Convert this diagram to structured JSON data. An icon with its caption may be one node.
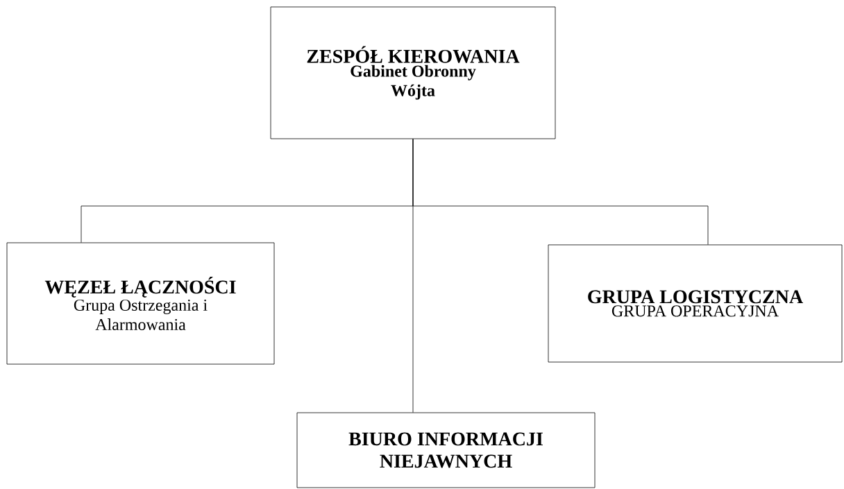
{
  "diagram": {
    "nodes": [
      {
        "text": [
          "ZESPÓŁ KIEROWANIA",
          "Gabinet Obronny Wójta"
        ]
      },
      {
        "text": [
          "WĘZEŁ ŁĄCZNOŚCI",
          "Grupa Ostrzegania i Alarmowania"
        ]
      },
      {
        "text": [
          "GRUPA LOGISTYCZNA",
          "GRUPA OPERACYJNA"
        ]
      },
      {
        "text": [
          "BIURO INFORMACJI NIEJAWNYCH"
        ]
      }
    ],
    "edges": [
      {
        "from": 0,
        "to": 1,
        "arrow": "none"
      },
      {
        "from": 0,
        "to": 2,
        "arrow": "none"
      },
      {
        "from": 0,
        "to": 3,
        "arrow": "none"
      }
    ]
  }
}
